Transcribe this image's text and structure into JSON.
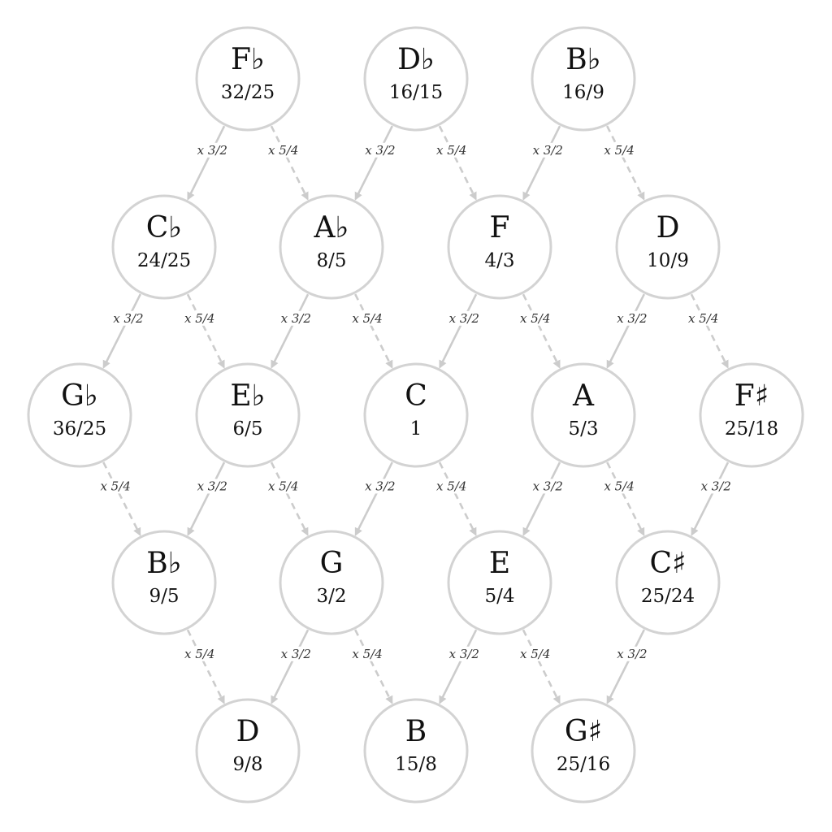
{
  "labels": {
    "fifth": "x 3/2",
    "third": "x 5/4"
  },
  "colors": {
    "node_stroke": "#d3d3d3",
    "edge": "#cccccc",
    "text": "#111111"
  },
  "nodes": [
    {
      "id": "fb",
      "note": "F♭",
      "ratio": "32/25"
    },
    {
      "id": "db",
      "note": "D♭",
      "ratio": "16/15"
    },
    {
      "id": "bb-top",
      "note": "B♭",
      "ratio": "16/9"
    },
    {
      "id": "cb",
      "note": "C♭",
      "ratio": "24/25"
    },
    {
      "id": "ab",
      "note": "A♭",
      "ratio": "8/5"
    },
    {
      "id": "f",
      "note": "F",
      "ratio": "4/3"
    },
    {
      "id": "d-top",
      "note": "D",
      "ratio": "10/9"
    },
    {
      "id": "gb",
      "note": "G♭",
      "ratio": "36/25"
    },
    {
      "id": "eb",
      "note": "E♭",
      "ratio": "6/5"
    },
    {
      "id": "c",
      "note": "C",
      "ratio": "1"
    },
    {
      "id": "a",
      "note": "A",
      "ratio": "5/3"
    },
    {
      "id": "fs",
      "note": "F♯",
      "ratio": "25/18"
    },
    {
      "id": "bb",
      "note": "B♭",
      "ratio": "9/5"
    },
    {
      "id": "g",
      "note": "G",
      "ratio": "3/2"
    },
    {
      "id": "e",
      "note": "E",
      "ratio": "5/4"
    },
    {
      "id": "cs",
      "note": "C♯",
      "ratio": "25/24"
    },
    {
      "id": "d",
      "note": "D",
      "ratio": "9/8"
    },
    {
      "id": "b",
      "note": "B",
      "ratio": "15/8"
    },
    {
      "id": "gs",
      "note": "G♯",
      "ratio": "25/16"
    }
  ],
  "edges": [
    {
      "from": "fb",
      "to": "cb",
      "kind": "fifth"
    },
    {
      "from": "fb",
      "to": "ab",
      "kind": "third"
    },
    {
      "from": "db",
      "to": "ab",
      "kind": "fifth"
    },
    {
      "from": "db",
      "to": "f",
      "kind": "third"
    },
    {
      "from": "bb-top",
      "to": "f",
      "kind": "fifth"
    },
    {
      "from": "bb-top",
      "to": "d-top",
      "kind": "third"
    },
    {
      "from": "cb",
      "to": "gb",
      "kind": "fifth"
    },
    {
      "from": "cb",
      "to": "eb",
      "kind": "third"
    },
    {
      "from": "ab",
      "to": "eb",
      "kind": "fifth"
    },
    {
      "from": "ab",
      "to": "c",
      "kind": "third"
    },
    {
      "from": "f",
      "to": "c",
      "kind": "fifth"
    },
    {
      "from": "f",
      "to": "a",
      "kind": "third"
    },
    {
      "from": "d-top",
      "to": "a",
      "kind": "fifth"
    },
    {
      "from": "d-top",
      "to": "fs",
      "kind": "third"
    },
    {
      "from": "gb",
      "to": "bb",
      "kind": "third"
    },
    {
      "from": "eb",
      "to": "bb",
      "kind": "fifth"
    },
    {
      "from": "eb",
      "to": "g",
      "kind": "third"
    },
    {
      "from": "c",
      "to": "g",
      "kind": "fifth"
    },
    {
      "from": "c",
      "to": "e",
      "kind": "third"
    },
    {
      "from": "a",
      "to": "e",
      "kind": "fifth"
    },
    {
      "from": "a",
      "to": "cs",
      "kind": "third"
    },
    {
      "from": "fs",
      "to": "cs",
      "kind": "fifth"
    },
    {
      "from": "bb",
      "to": "d",
      "kind": "third"
    },
    {
      "from": "g",
      "to": "d",
      "kind": "fifth"
    },
    {
      "from": "g",
      "to": "b",
      "kind": "third"
    },
    {
      "from": "e",
      "to": "b",
      "kind": "fifth"
    },
    {
      "from": "e",
      "to": "gs",
      "kind": "third"
    },
    {
      "from": "cs",
      "to": "gs",
      "kind": "fifth"
    }
  ]
}
